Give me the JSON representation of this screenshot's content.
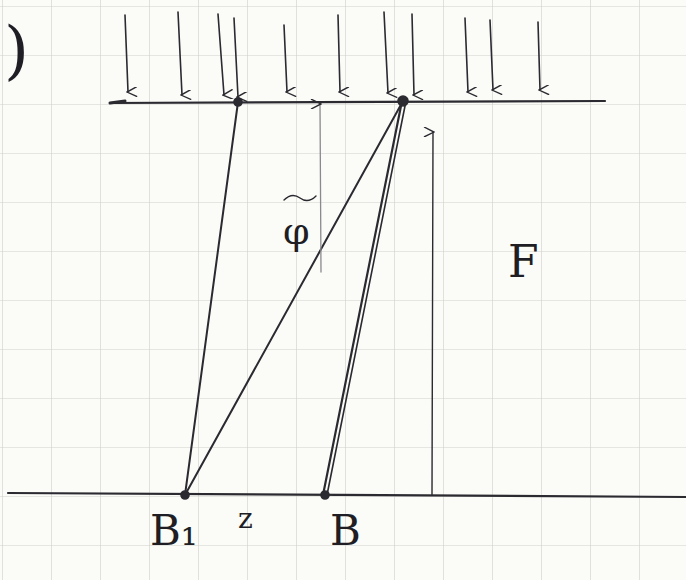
{
  "diagram": {
    "labels": [
      ")",
      "φ",
      "F",
      "B₁",
      "z",
      "B"
    ]
  }
}
